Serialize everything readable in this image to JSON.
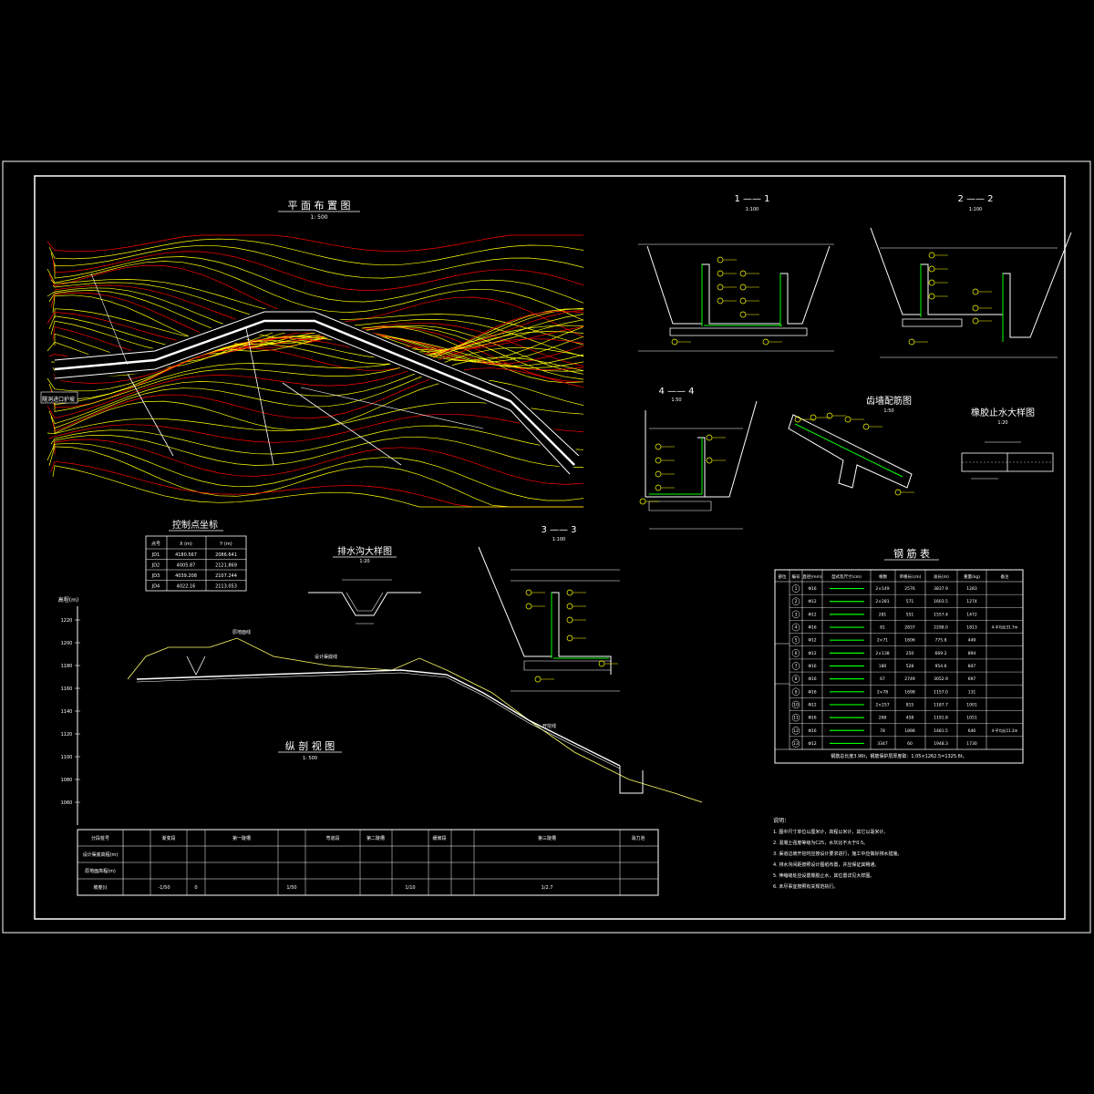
{
  "colors": {
    "background": "#000000",
    "frame": "#ffffff",
    "contour_a": "#ffff00",
    "contour_b": "#ff0000",
    "rebar": "#00ff00",
    "text": "#ffffff",
    "ground_line": "#ffff66",
    "callout": "#ffff00"
  },
  "plan": {
    "title": "平 面 布 置 图",
    "scale": "1: 500",
    "inlet_label": "隧洞进口护坡"
  },
  "section_1": {
    "title": "1 —— 1",
    "scale": "1:100"
  },
  "section_2": {
    "title": "2 —— 2",
    "scale": "1:100"
  },
  "section_3": {
    "title": "3 —— 3",
    "scale": "1:100"
  },
  "section_4": {
    "title": "4 —— 4",
    "scale": "1:50"
  },
  "tooth_wall": {
    "title": "齿墙配筋图",
    "scale": "1:50"
  },
  "waterstop": {
    "title": "橡胶止水大样图",
    "scale": "1:20"
  },
  "drain": {
    "title": "排水沟大样图",
    "scale": "1:20"
  },
  "control_points": {
    "title": "控制点坐标",
    "headers": [
      "点号",
      "X (m)",
      "Y (m)"
    ],
    "rows": [
      [
        "JD1",
        "4180.567",
        "2086.641"
      ],
      [
        "JD2",
        "4005.87",
        "2121.869"
      ],
      [
        "JD3",
        "4039.208",
        "2107.244"
      ],
      [
        "JD4",
        "4022.16",
        "2113.053"
      ]
    ]
  },
  "profile": {
    "title": "纵 剖 视 图",
    "scale": "1: 500",
    "axis_title": "高程(m)",
    "elevations": [
      "1220",
      "1200",
      "1180",
      "1160",
      "1140",
      "1120",
      "1100",
      "1080",
      "1060"
    ],
    "labels": [
      "原地面线",
      "设计渠底线",
      "开挖线"
    ],
    "table_rows": [
      "分段桩号",
      "设计渠底高程(m)",
      "原地面高程(m)",
      "坡度(i)"
    ],
    "segments": [
      "渐变段",
      "第一陡槽",
      "弯道段",
      "第二陡槽",
      "缓坡段",
      "第三陡槽",
      "消力池"
    ],
    "slopes": [
      "-1/50",
      "0",
      "1/50",
      "1/10",
      "1/2.7"
    ]
  },
  "rebar_table": {
    "title": "钢 筋 表",
    "headers": [
      "部位",
      "编号",
      "直径(mm)",
      "型式及尺寸(cm)",
      "根数",
      "单根长(cm)",
      "总长(m)",
      "重量(kg)",
      "备注"
    ],
    "rows": [
      [
        "1",
        "Φ16",
        "2×149",
        "2576",
        "3837.9",
        "1283",
        ""
      ],
      [
        "2",
        "Φ12",
        "2×281",
        "571",
        "1603.5",
        "1274",
        ""
      ],
      [
        "3",
        "Φ12",
        "281",
        "551",
        "1557.4",
        "1472",
        ""
      ],
      [
        "4",
        "Φ16",
        "81",
        "2837",
        "2298.0",
        "1813",
        "4-平均长31.7m"
      ],
      [
        "5",
        "Φ12",
        "2×71",
        "1606",
        "775.8",
        "449",
        ""
      ],
      [
        "6",
        "Φ12",
        "2×138",
        "250",
        "669.2",
        "894",
        ""
      ],
      [
        "7",
        "Φ16",
        "180",
        "528",
        "954.6",
        "847",
        ""
      ],
      [
        "8",
        "Φ16",
        "67",
        "2749",
        "3052.9",
        "697",
        ""
      ],
      [
        "9",
        "Φ16",
        "2×78",
        "1698",
        "1157.0",
        "131",
        ""
      ],
      [
        "10",
        "Φ12",
        "2×257",
        "815",
        "1187.7",
        "1001",
        ""
      ],
      [
        "11",
        "Φ16",
        "268",
        "458",
        "1191.8",
        "1051",
        ""
      ],
      [
        "12",
        "Φ16",
        "78",
        "1898",
        "1481.5",
        "646",
        "4-平均长11.2m"
      ],
      [
        "13",
        "Φ12",
        "3347",
        "60",
        "1948.3",
        "1730",
        ""
      ]
    ],
    "footer": "钢筋总长度3.96t，钢筋保护层厚度取：1.05×1262.5=1325.6t。"
  },
  "notes": {
    "title": "说明：",
    "items": [
      "1. 图中尺寸单位以厘米计，高程以米计，其它以毫米计。",
      "2. 混凝土强度等级为C25，水灰比不大于0.5。",
      "3. 渠道边坡开挖时应按设计要求进行，施工中应做好排水措施。",
      "4. 排水沟间距按照设计图纸布置，并应保证其畅通。",
      "5. 伸缩缝处应设置橡胶止水，其位置详见大样图。",
      "6. 未尽事宜按照有关规范执行。"
    ]
  }
}
